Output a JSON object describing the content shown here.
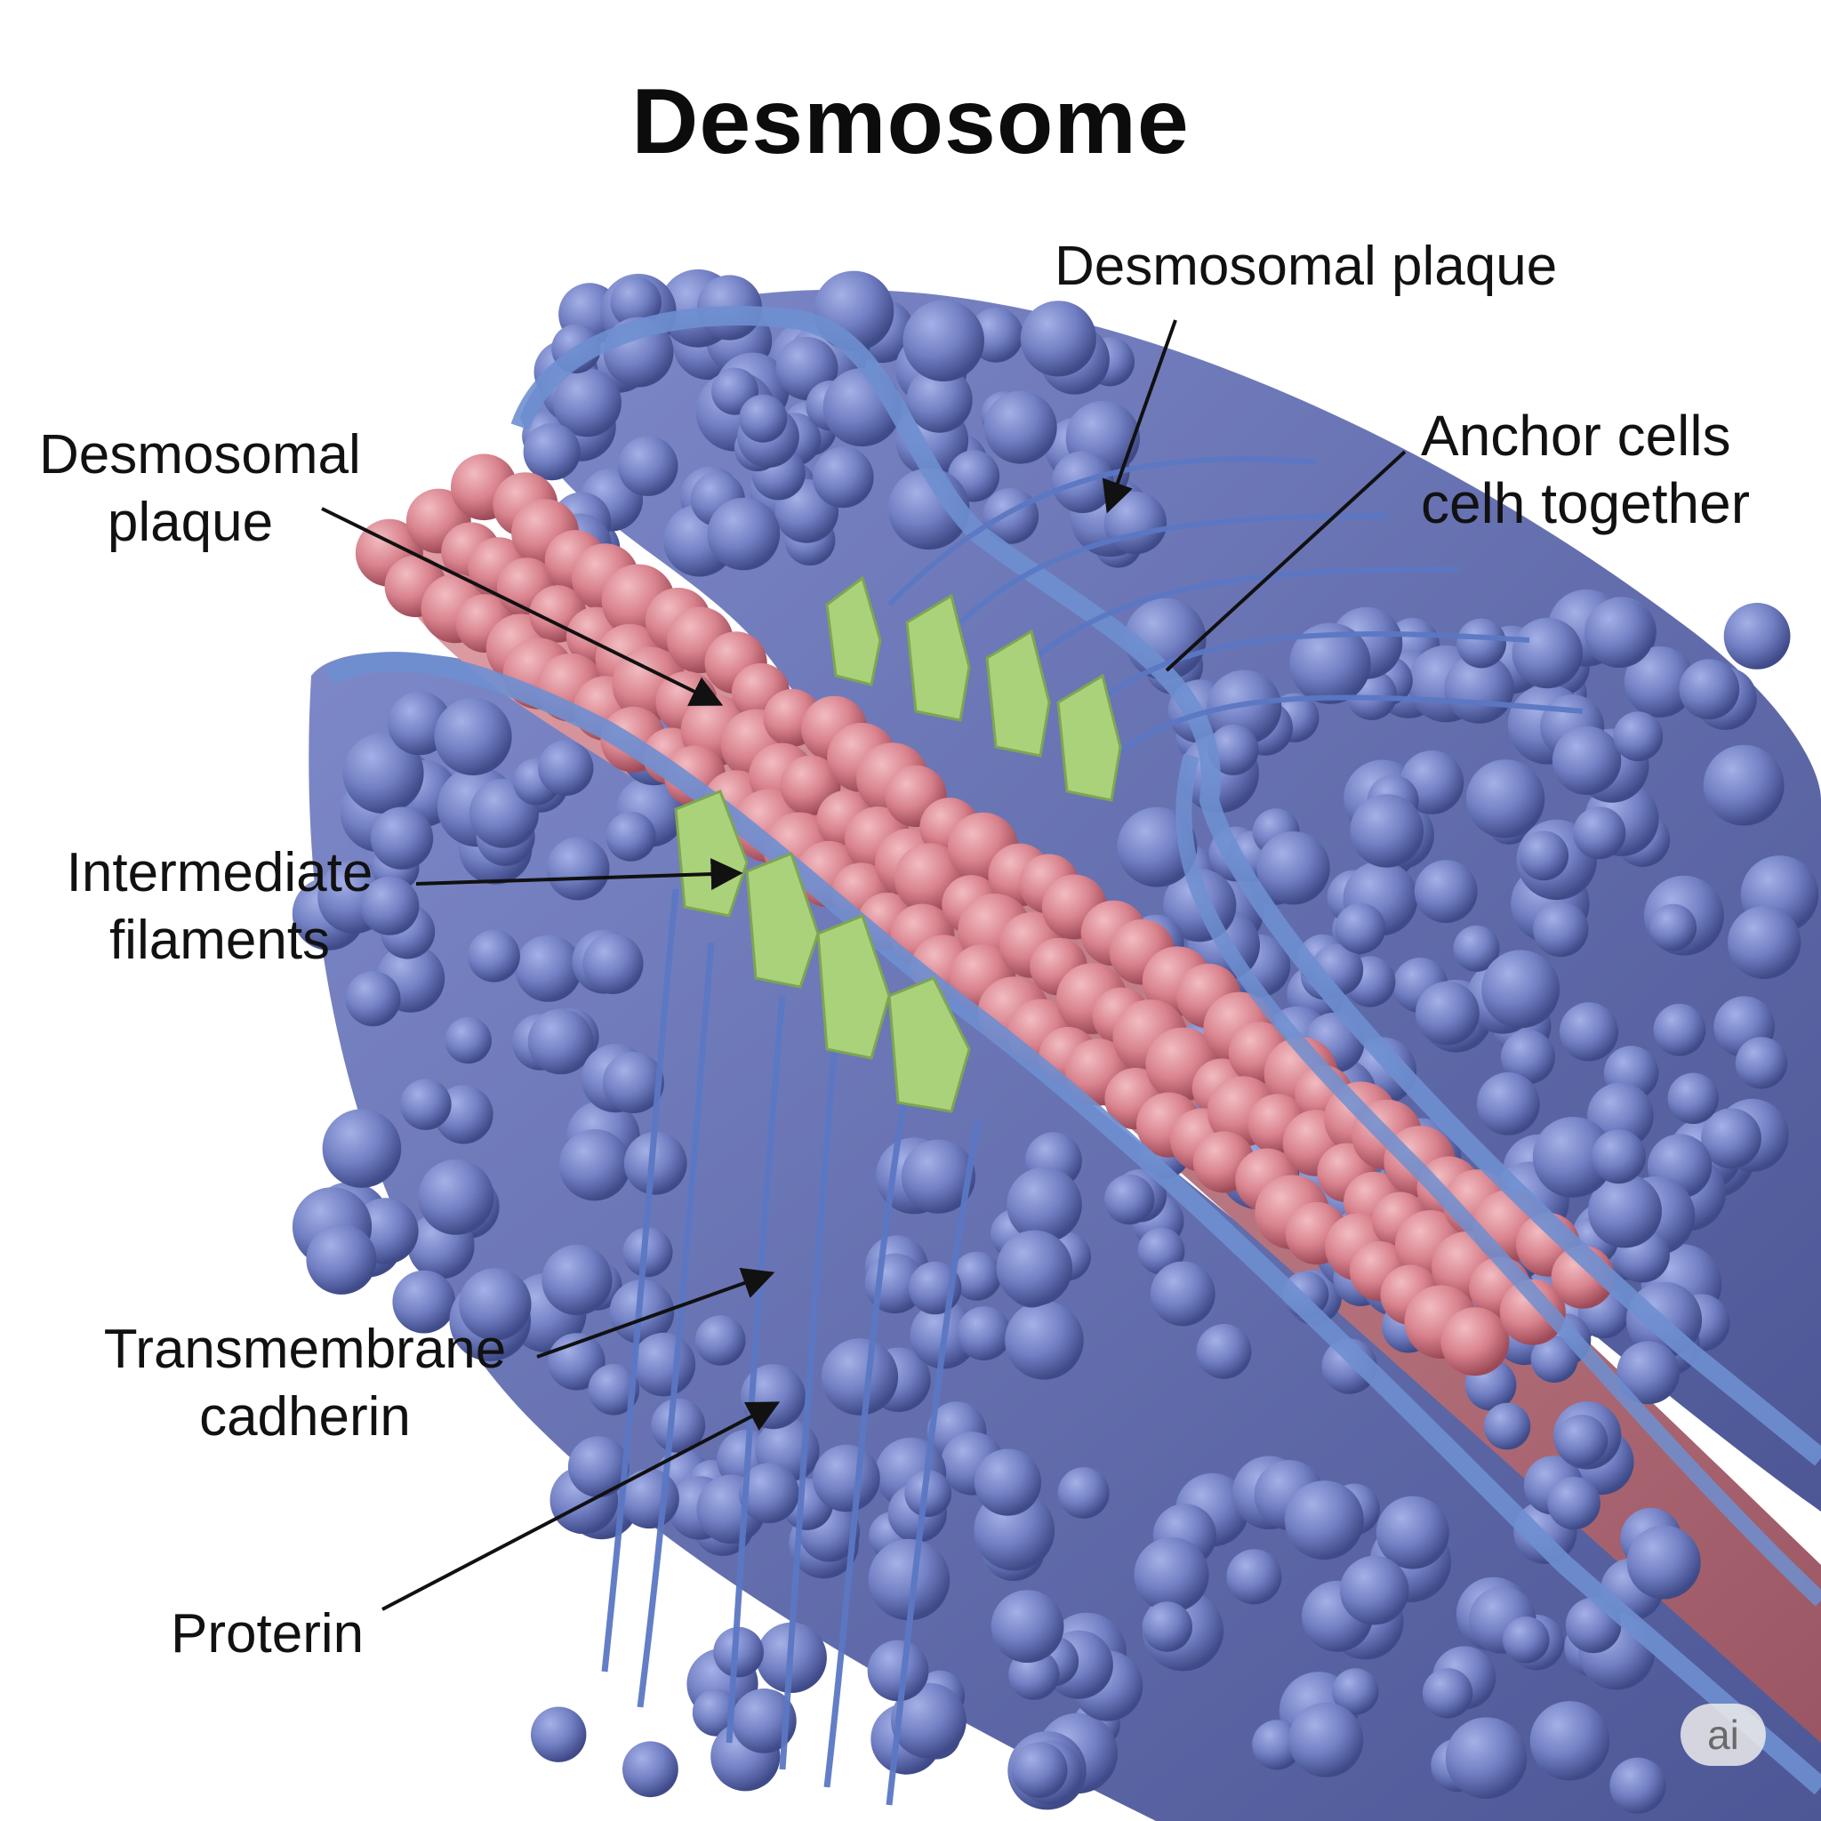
{
  "title": "Desmosome",
  "labels": {
    "plaque_top": "Desmosomal plaque",
    "plaque_left_line1": "Desmosomal",
    "plaque_left_line2": "plaque",
    "anchor_line1": "Anchor cells",
    "anchor_line2": "celh together",
    "intermediate_line1": "Intermediate",
    "intermediate_line2": "filaments",
    "transmembrane_line1": "Transmembrane",
    "transmembrane_line2": "cadherin",
    "protein": "Proterin"
  },
  "watermark": "ai",
  "colors": {
    "cell_blue": "#6f7ec0",
    "cell_blue_dark": "#4a5592",
    "membrane_blue": "#6e8fd0",
    "intercellular_pink": "#d98b95",
    "plaque_green": "#a9d27a",
    "arrow": "#111111"
  }
}
